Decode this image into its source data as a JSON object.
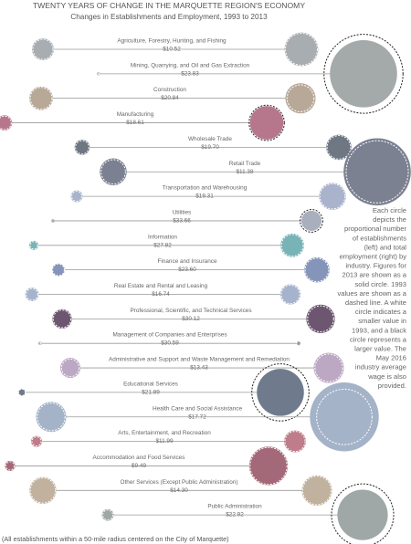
{
  "chart_data": {
    "type": "bubble-lollipop",
    "title": "TWENTY YEARS OF CHANGE IN THE MARQUETTE REGION'S ECONOMY",
    "subtitle": "Changes in Establishments and Employment, 1993 to 2013",
    "description": [
      "Each circle",
      "depicts the",
      "proportional number",
      "of establishments",
      "(left) and total",
      "employment (right) by",
      "industry. Figures for",
      "2013 are shown as a",
      "solid circle. 1993",
      "values are shown as a",
      "dashed line. A white",
      "circle indicates a",
      "smaller value in",
      "1993, and a black",
      "circle represents a",
      "larger value. The",
      "May 2016",
      "industry average",
      "wage is also",
      "provided."
    ],
    "footnote": "(All establishments within a 50-mile radius centered on the City of Marquette)",
    "industries": [
      {
        "name": "Agriculture, Forestry, Hunting, and Fishing",
        "wage": "$10.52",
        "color": "#a8adb2",
        "est": 2.6,
        "est93": 2.4,
        "emp": 4.0,
        "emp93": 3.8
      },
      {
        "name": "Mining, Quarrying, and Oil and Gas Extraction",
        "wage": "$23.83",
        "color": "#a4aaaa",
        "est": 0.2,
        "est93": 0.2,
        "emp": 8.0,
        "emp93": 9.4
      },
      {
        "name": "Construction",
        "wage": "$20.84",
        "color": "#b8a898",
        "est": 2.8,
        "est93": 2.6,
        "emp": 3.6,
        "emp93": 3.2
      },
      {
        "name": "Manufacturing",
        "wage": "$18.61",
        "color": "#b6778d",
        "est": 1.8,
        "est93": 1.6,
        "emp": 4.0,
        "emp93": 4.2
      },
      {
        "name": "Wholesale Trade",
        "wage": "$19.70",
        "color": "#6f7783",
        "est": 1.8,
        "est93": 1.6,
        "emp": 3.0,
        "emp93": 2.8
      },
      {
        "name": "Retail Trade",
        "wage": "$11.38",
        "color": "#7b8191",
        "est": 3.2,
        "est93": 2.9,
        "emp": 8.0,
        "emp93": 7.4
      },
      {
        "name": "Transportation and Warehousing",
        "wage": "$19.31",
        "color": "#a9b3cc",
        "est": 1.4,
        "est93": 1.2,
        "emp": 3.2,
        "emp93": 3.0
      },
      {
        "name": "Utilities",
        "wage": "$33.66",
        "color": "#a9afbd",
        "est": 0.15,
        "est93": 0.15,
        "emp": 2.4,
        "emp93": 2.7
      },
      {
        "name": "Information",
        "wage": "$27.82",
        "color": "#78b4b7",
        "est": 1.1,
        "est93": 0.9,
        "emp": 2.8,
        "emp93": 2.6
      },
      {
        "name": "Finance and Insurance",
        "wage": "$23.60",
        "color": "#8595ba",
        "est": 1.5,
        "est93": 1.4,
        "emp": 3.0,
        "emp93": 2.8
      },
      {
        "name": "Real Estate and Rental and Leasing",
        "wage": "$16.74",
        "color": "#a5b3cc",
        "est": 1.6,
        "est93": 1.4,
        "emp": 2.4,
        "emp93": 2.2
      },
      {
        "name": "Professional, Scientific, and Technical Services",
        "wage": "$30.12",
        "color": "#6d5670",
        "est": 2.3,
        "est93": 2.1,
        "emp": 3.4,
        "emp93": 3.1
      },
      {
        "name": "Management of Companies and Enterprises",
        "wage": "$30.59",
        "color": "#9c9c9c",
        "est": 0.2,
        "est93": 0.2,
        "emp": 0.5,
        "emp93": 0.5
      },
      {
        "name": "Administrative and Support and Waste Management and Remediation",
        "wage": "$13.43",
        "color": "#bda8c4",
        "est": 2.4,
        "est93": 2.1,
        "emp": 3.6,
        "emp93": 3.3
      },
      {
        "name": "Educational Services",
        "wage": "$21.89",
        "color": "#6f7b8d",
        "est": 0.8,
        "est93": 0.8,
        "emp": 5.6,
        "emp93": 6.8
      },
      {
        "name": "Health Care and Social Assistance",
        "wage": "$17.72",
        "color": "#a5b3c8",
        "est": 3.6,
        "est93": 3.3,
        "emp": 8.2,
        "emp93": 6.6
      },
      {
        "name": "Arts, Entertainment, and Recreation",
        "wage": "$11.99",
        "color": "#bf7c8a",
        "est": 1.3,
        "est93": 1.1,
        "emp": 2.6,
        "emp93": 2.4
      },
      {
        "name": "Accommodation and Food Services",
        "wage": "$9.49",
        "color": "#a46979",
        "est": 1.2,
        "est93": 1.0,
        "emp": 4.6,
        "emp93": 4.4
      },
      {
        "name": "Other Services (Except Public Administration)",
        "wage": "$14.30",
        "color": "#c0b29e",
        "est": 3.2,
        "est93": 3.0,
        "emp": 3.6,
        "emp93": 3.4
      },
      {
        "name": "Public Administration",
        "wage": "$22.92",
        "color": "#9fa8a6",
        "est": 1.4,
        "est93": 1.2,
        "emp": 6.0,
        "emp93": 7.4
      }
    ]
  }
}
